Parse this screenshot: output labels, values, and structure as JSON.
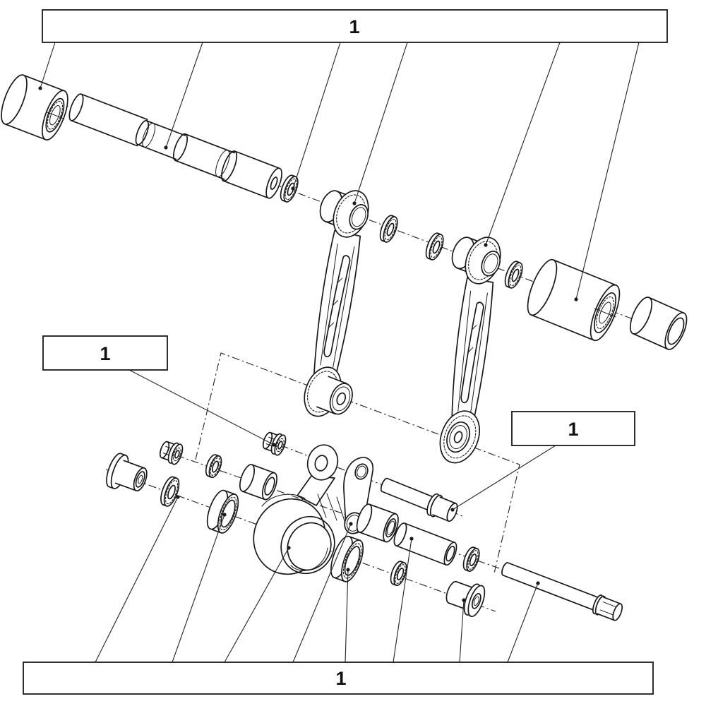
{
  "diagram": {
    "type": "exploded-parts-diagram",
    "subject": "Suspension linkage / connecting rod assembly exploded view",
    "line_color": "#191919",
    "background_color": "#ffffff",
    "callouts": {
      "top": {
        "label": "1"
      },
      "left": {
        "label": "1"
      },
      "right": {
        "label": "1"
      },
      "bottom": {
        "label": "1"
      }
    },
    "parts": [
      "pivot-collar-left",
      "stepped-pivot-shaft",
      "serrated-washer-a",
      "connecting-rod-front",
      "serrated-washer-b",
      "serrated-washer-c",
      "connecting-rod-rear",
      "serrated-washer-d",
      "pivot-collar-right",
      "spacer-bushing-right",
      "flanged-bushing-left",
      "flange-nut-upper-left",
      "washer-lower-left",
      "washer-mid-left",
      "flange-nut-upper",
      "spacer-collar-small",
      "bushing-ring-left",
      "rocker-arm",
      "link-plate",
      "socket-head-bolt",
      "spacer-tube",
      "sleeve-spacer",
      "bushing-ring-right",
      "washer-lower-mid",
      "washer-mid-right",
      "flanged-bushing-right",
      "hex-flange-bolt"
    ]
  }
}
